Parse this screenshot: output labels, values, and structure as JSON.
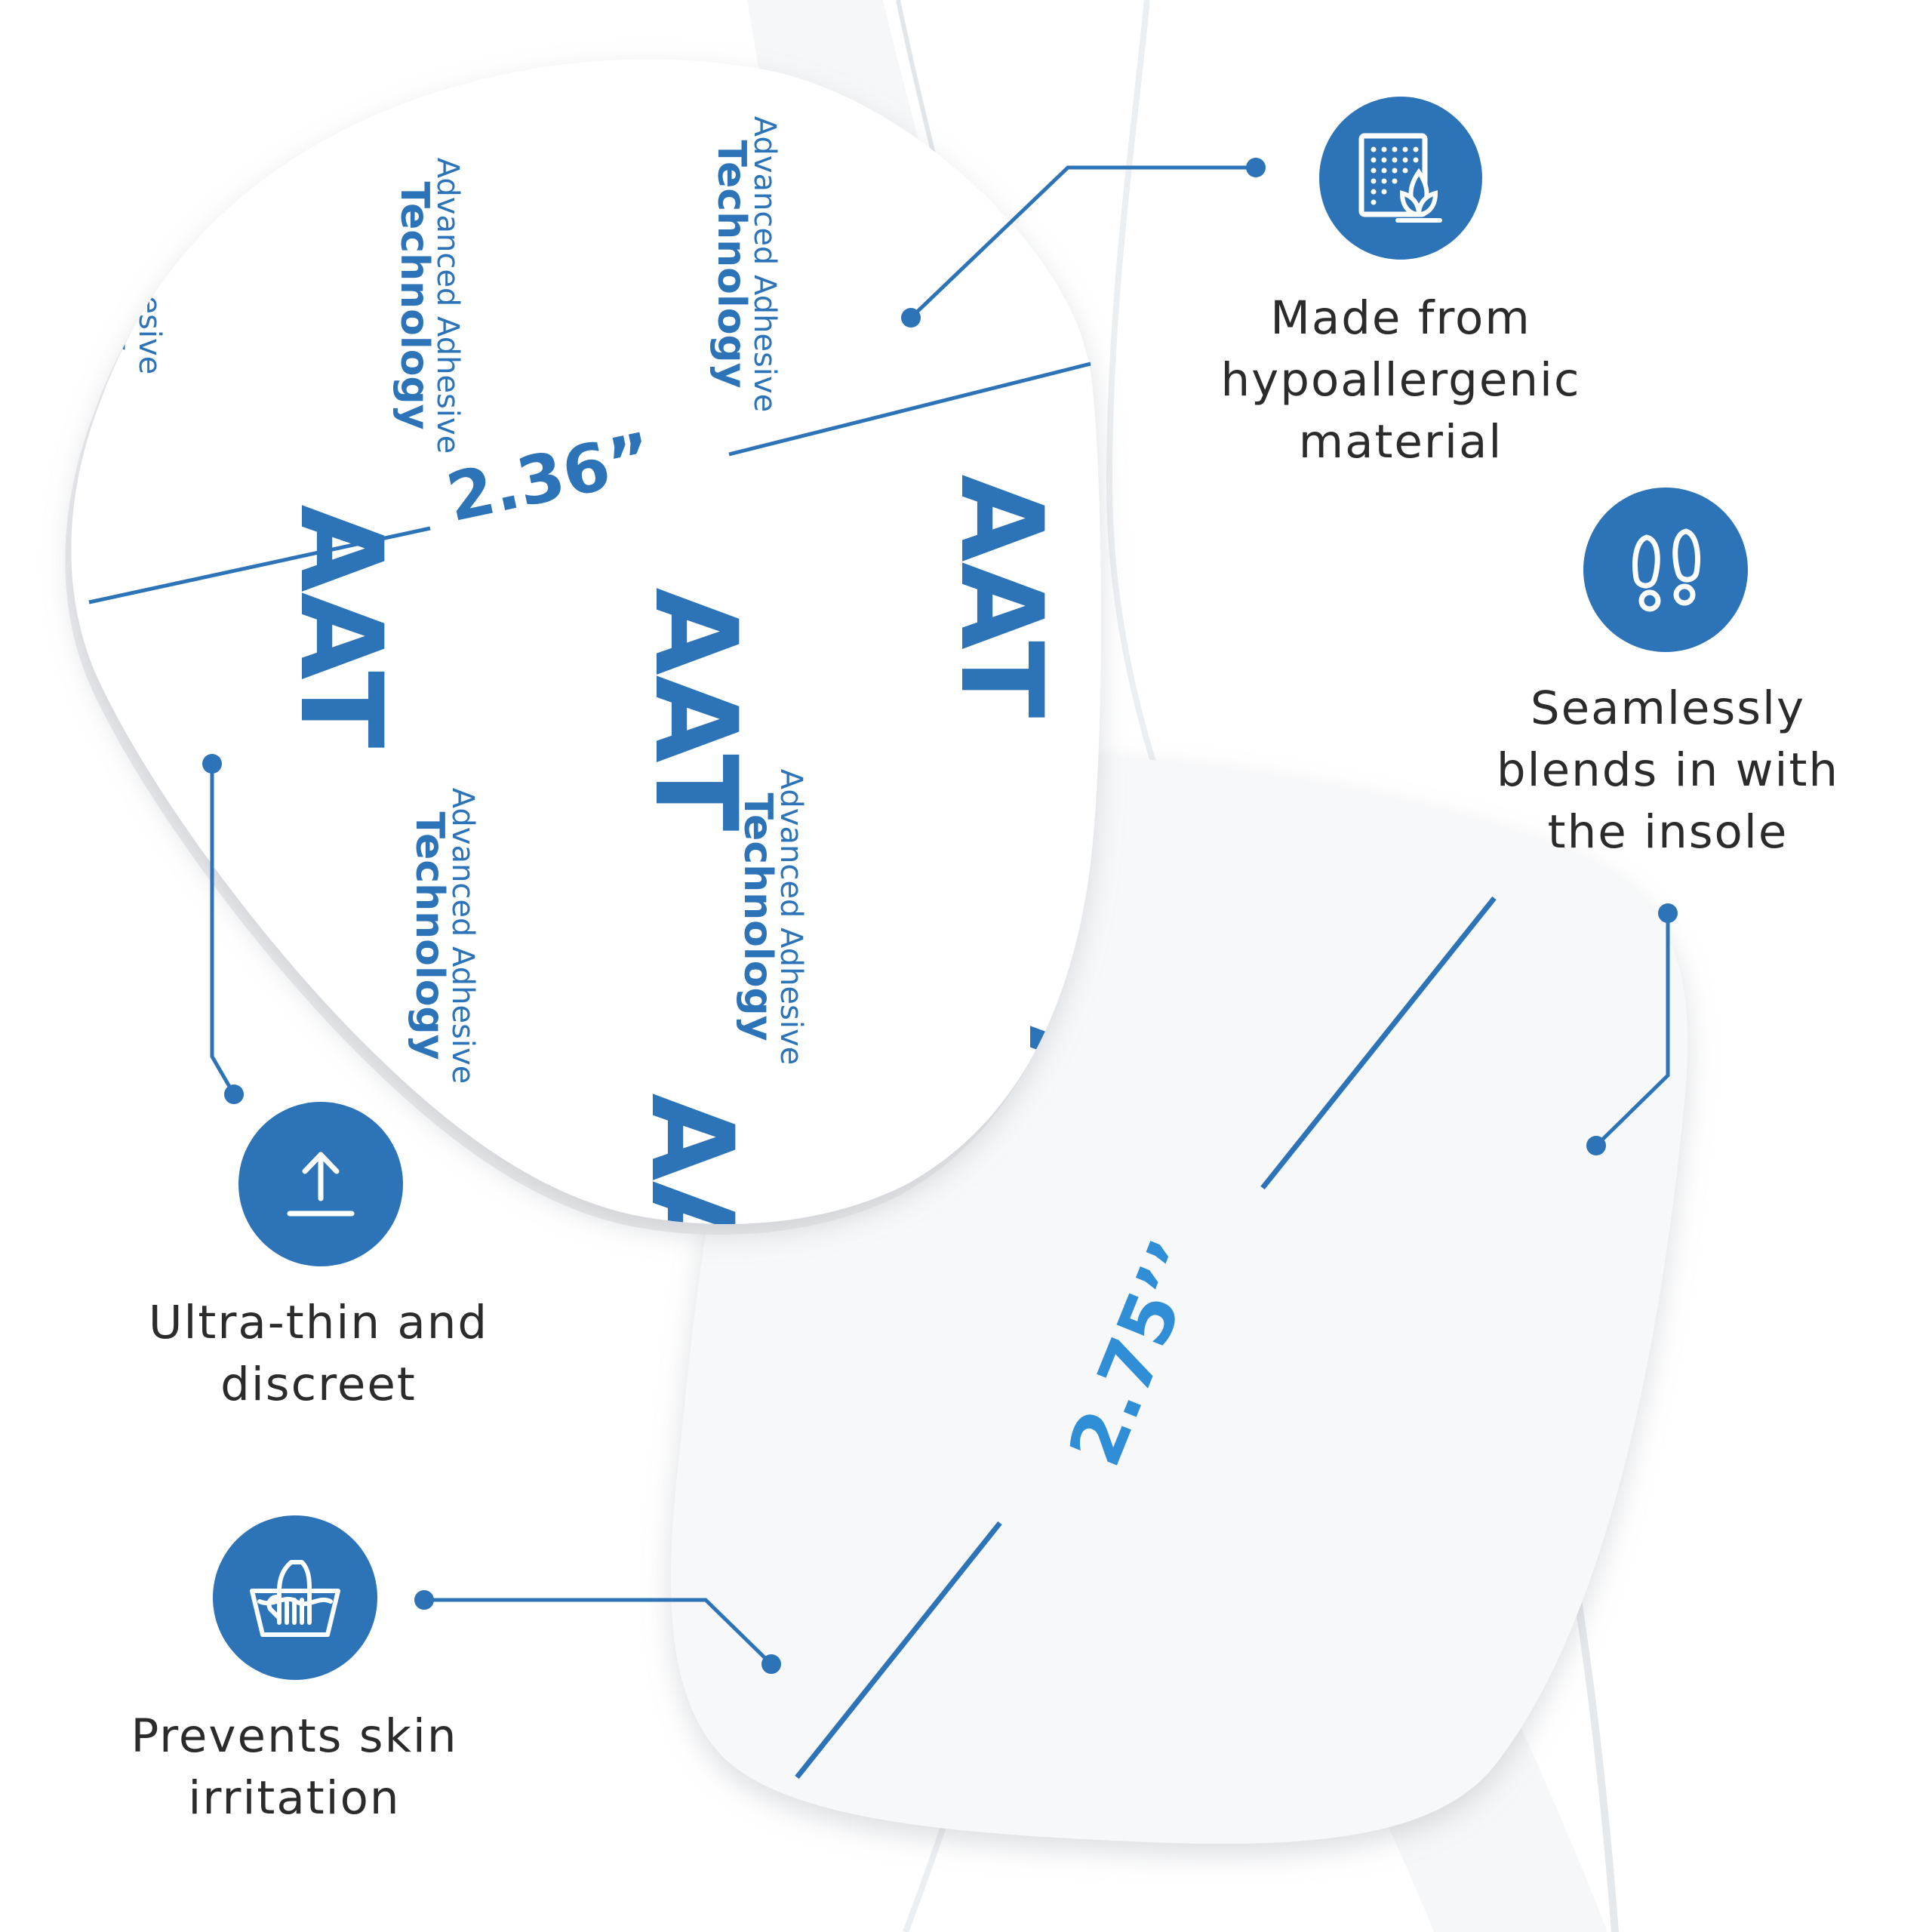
{
  "colors": {
    "brand_blue": "#2c73b8",
    "text": "#2b2b2b",
    "background": "#ffffff"
  },
  "pads": {
    "adhesive_side": {
      "dimension_label": "2.36”",
      "print_logo": "AAT",
      "print_line1": "Advanced Adhesive",
      "print_line2": "Technology"
    },
    "felt_side": {
      "dimension_label": "2.75’’"
    }
  },
  "features": [
    {
      "icon": "perforated-sheet-leaf-icon",
      "label": "Made from\nhypoallergenic\nmaterial"
    },
    {
      "icon": "footprints-icon",
      "label": "Seamlessly\nblends in with\nthe insole"
    },
    {
      "icon": "upload-arrow-icon",
      "label": "Ultra-thin and\ndiscreet"
    },
    {
      "icon": "washing-hand-icon",
      "label": "Prevents skin\nirritation"
    }
  ]
}
